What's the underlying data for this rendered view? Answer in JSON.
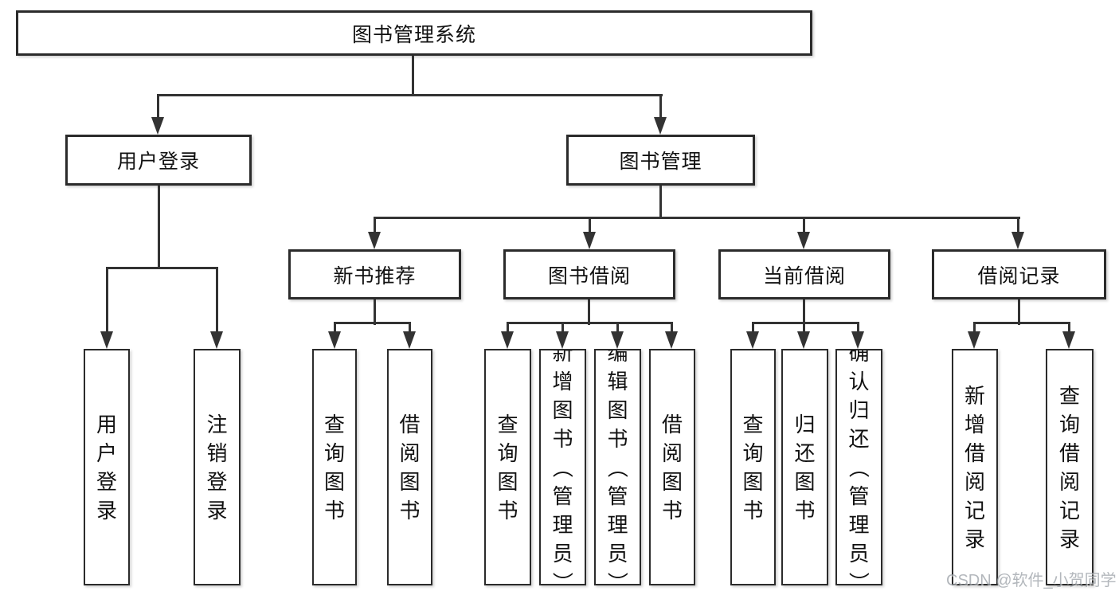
{
  "tree": {
    "label": "图书管理系统",
    "children": [
      {
        "label": "用户登录",
        "children": [
          {
            "label": "用户登录"
          },
          {
            "label": "注销登录"
          }
        ]
      },
      {
        "label": "图书管理",
        "children": [
          {
            "label": "新书推荐",
            "children": [
              {
                "label": "查询图书"
              },
              {
                "label": "借阅图书"
              }
            ]
          },
          {
            "label": "图书借阅",
            "children": [
              {
                "label": "查询图书"
              },
              {
                "label": "新增图书（管理员）"
              },
              {
                "label": "编辑图书（管理员）"
              },
              {
                "label": "借阅图书"
              }
            ]
          },
          {
            "label": "当前借阅",
            "children": [
              {
                "label": "查询图书"
              },
              {
                "label": "归还图书"
              },
              {
                "label": "确认归还（管理员）"
              }
            ]
          },
          {
            "label": "借阅记录",
            "children": [
              {
                "label": "新增借阅记录"
              },
              {
                "label": "查询借阅记录"
              }
            ]
          }
        ]
      }
    ]
  },
  "watermark": {
    "text": "CSDN @软件_小贺同学"
  },
  "colors": {
    "line": "#333333",
    "box_border": "#2b2b2b",
    "background": "#ffffff",
    "text": "#111111",
    "watermark": "#9aa0a6"
  }
}
